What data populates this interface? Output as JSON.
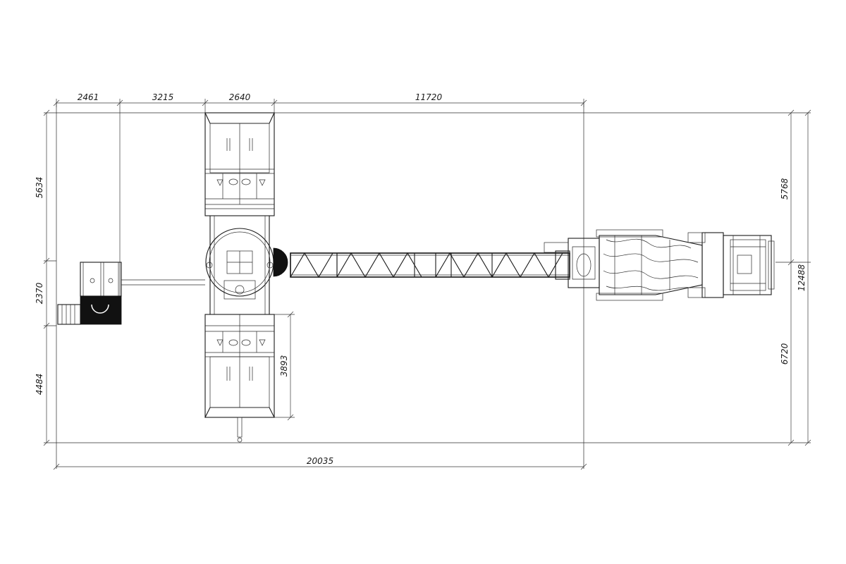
{
  "drawing": {
    "colors": {
      "line": "#1a1a1a",
      "background": "#ffffff"
    },
    "dimensions_top": [
      "2461",
      "3215",
      "2640",
      "11720"
    ],
    "dimensions_left": [
      "5634",
      "2370",
      "4484"
    ],
    "dimensions_right": [
      "5768",
      "6720"
    ],
    "dimension_overall_right": "12488",
    "dimension_bottom": "20035",
    "dimension_inner": "3893"
  }
}
